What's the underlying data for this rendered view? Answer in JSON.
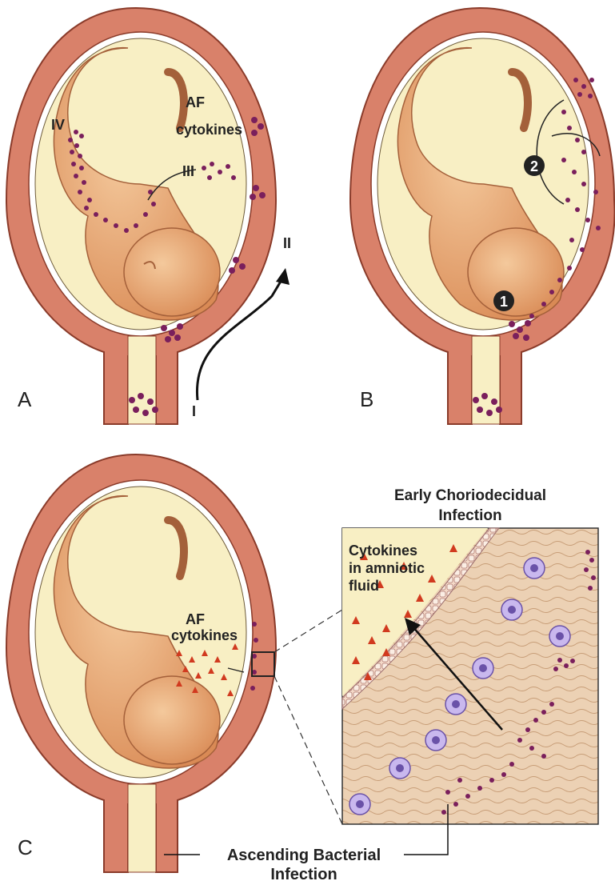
{
  "panels": {
    "a": {
      "letter": "A",
      "roman_iv": "IV",
      "roman_iii": "III",
      "roman_ii": "II",
      "roman_i": "I",
      "af_line1": "AF",
      "af_line2": "cytokines"
    },
    "b": {
      "letter": "B",
      "marker_1": "1",
      "marker_2": "2"
    },
    "c": {
      "letter": "C",
      "af_line1": "AF",
      "af_line2": "cytokines"
    }
  },
  "inset": {
    "title_line1": "Early Choriodecidual",
    "title_line2": "Infection",
    "fluid_line1": "Cytokines",
    "fluid_line2": "in amniotic",
    "fluid_line3": "fluid"
  },
  "bottom": {
    "line1": "Ascending Bacterial",
    "line2": "Infection"
  },
  "colors": {
    "uterus_wall": "#d9816a",
    "uterus_outline": "#8a3b2a",
    "amniotic_fluid": "#f8efc4",
    "fetus_skin": "#e9a976",
    "bacteria": "#7a1f5c",
    "cytokine": "#d13a1f",
    "neutrophil": "#8c6fc8",
    "tissue": "#e8c9a8"
  }
}
